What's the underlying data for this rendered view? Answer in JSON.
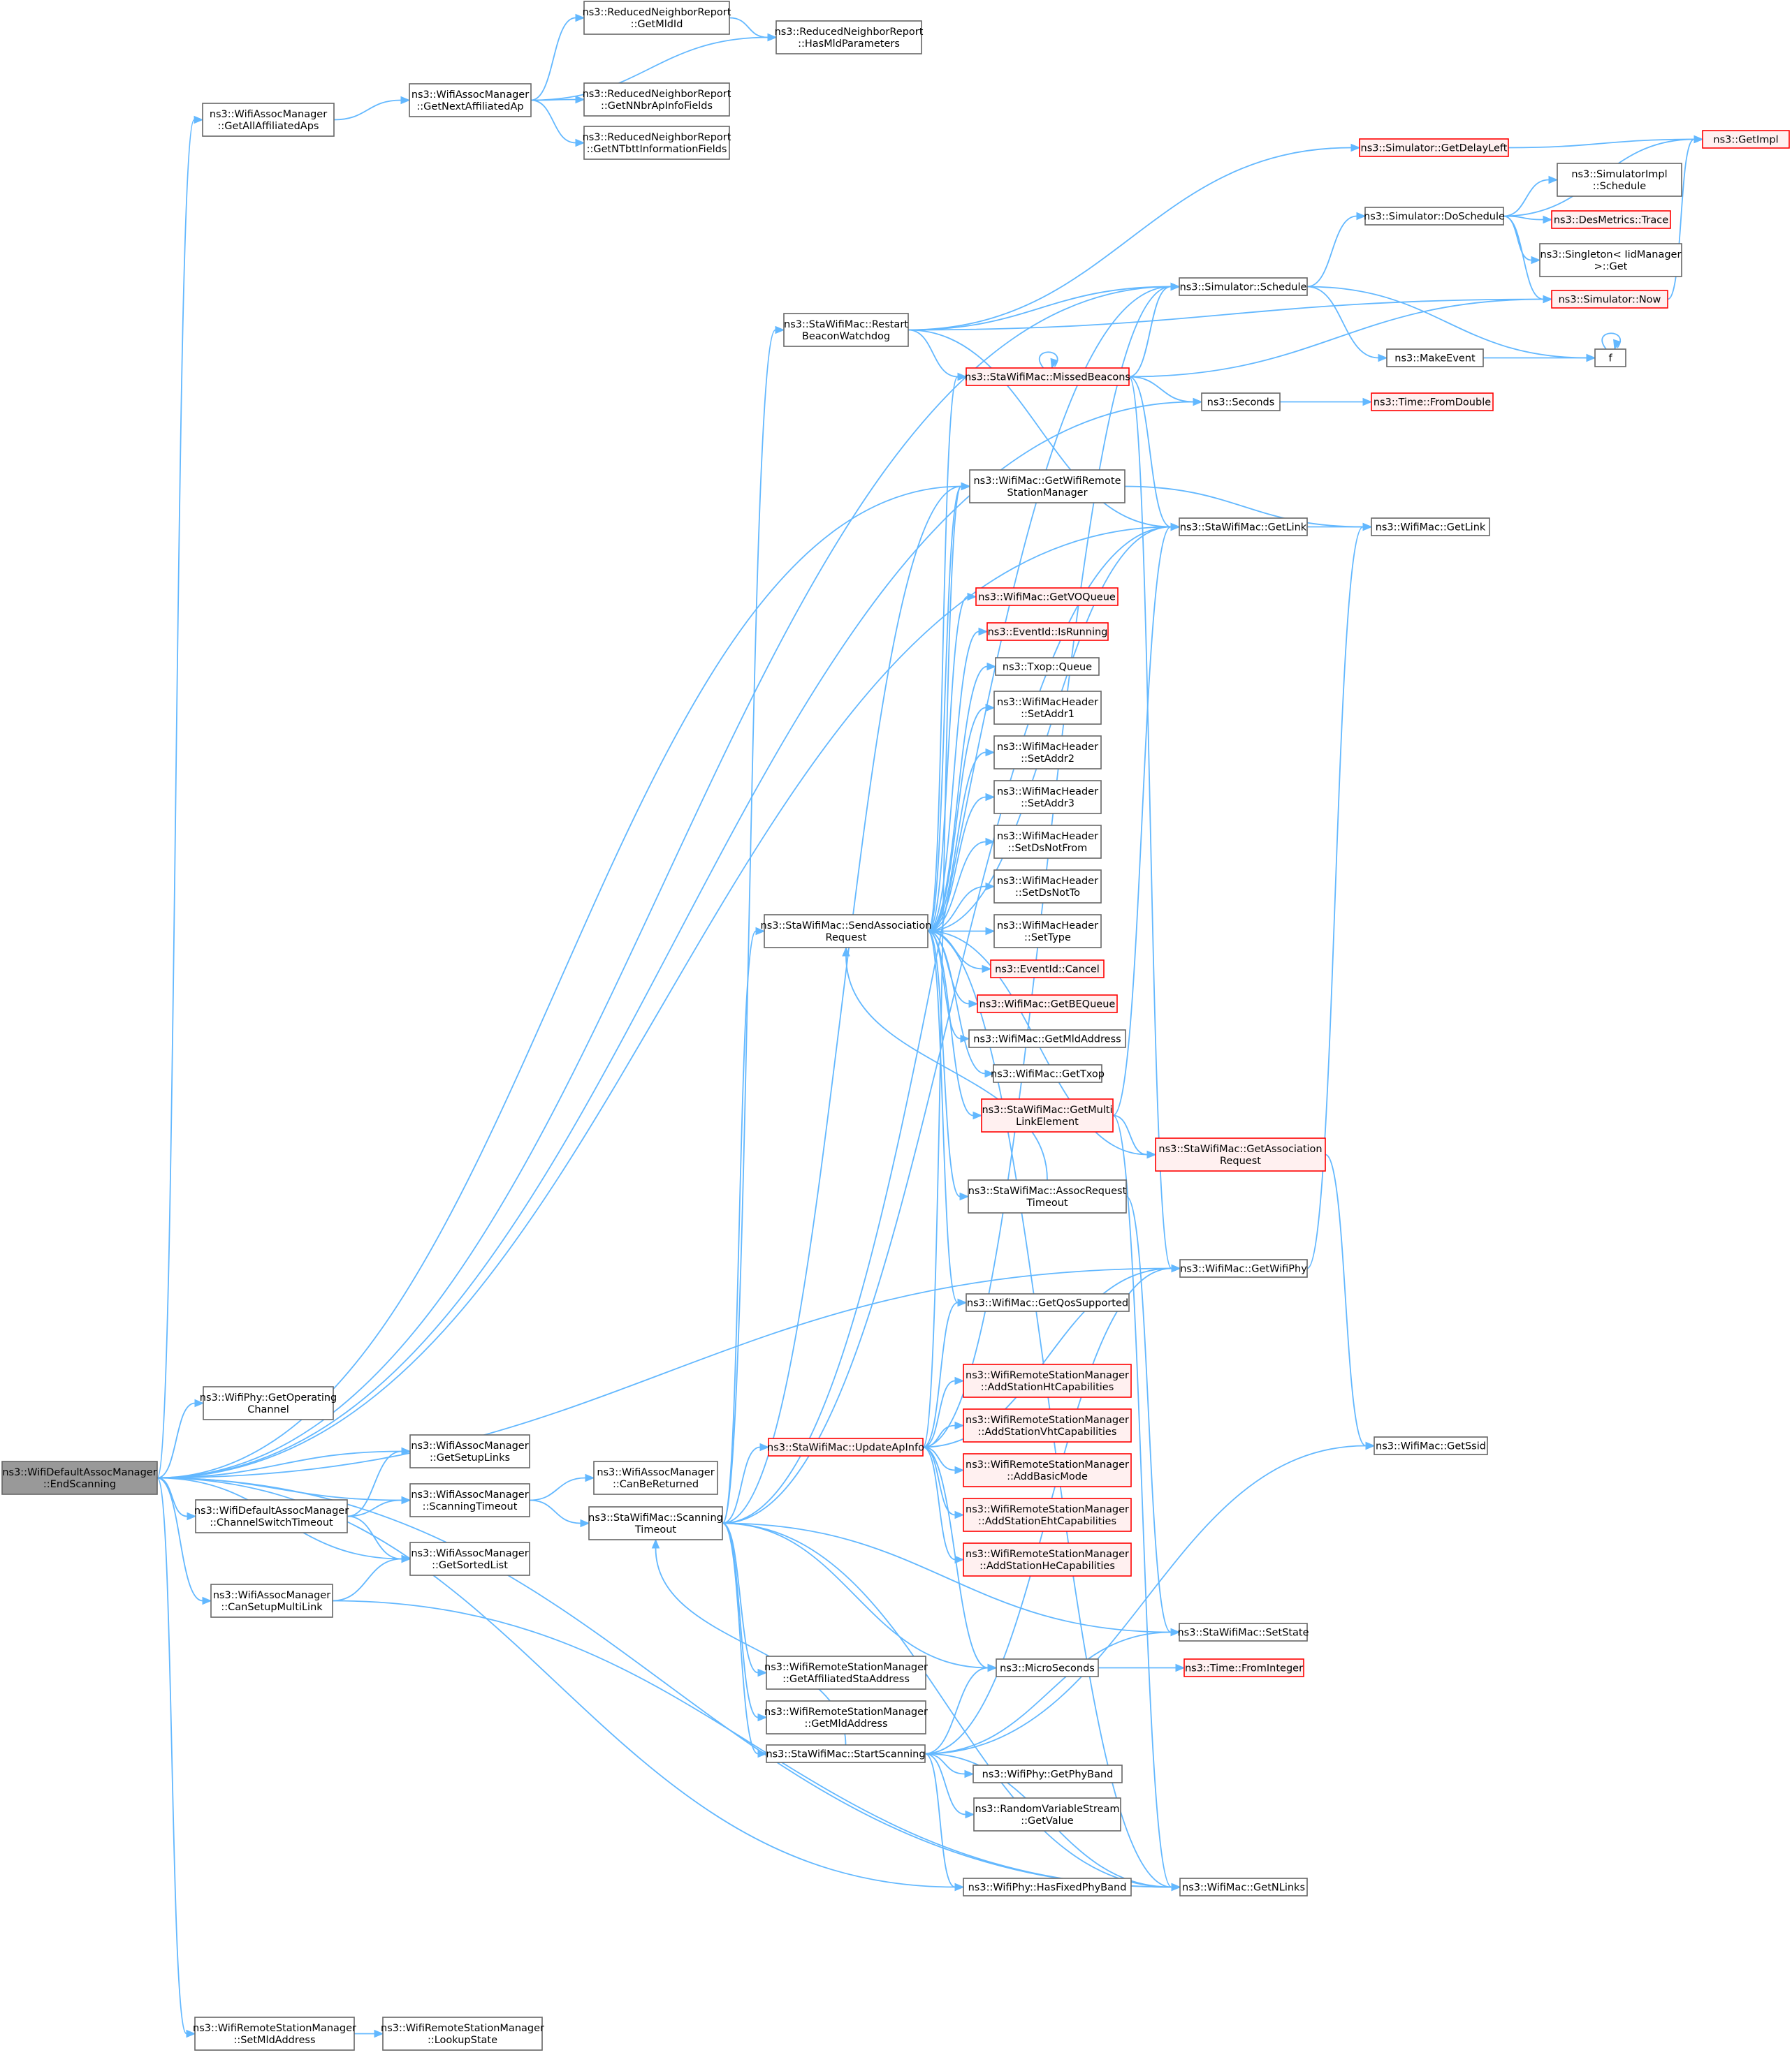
{
  "diagram": {
    "type": "call-graph",
    "colors": {
      "edge": "#63b8ff",
      "root_fill": "#999999",
      "node_border": "#666666",
      "red_border": "#ff0000",
      "red_fill": "#fff0f0"
    },
    "nodes": [
      {
        "id": "root",
        "lines": [
          "ns3::WifiDefaultAssocManager",
          "::EndScanning"
        ],
        "style": "root"
      },
      {
        "id": "getAllAff",
        "lines": [
          "ns3::WifiAssocManager",
          "::GetAllAffiliatedAps"
        ]
      },
      {
        "id": "getNextAff",
        "lines": [
          "ns3::WifiAssocManager",
          "::GetNextAffiliatedAp"
        ]
      },
      {
        "id": "getMldId",
        "lines": [
          "ns3::ReducedNeighborReport",
          "::GetMldId"
        ]
      },
      {
        "id": "hasMld",
        "lines": [
          "ns3::ReducedNeighborReport",
          "::HasMldParameters"
        ]
      },
      {
        "id": "getNNbr",
        "lines": [
          "ns3::ReducedNeighborReport",
          "::GetNNbrApInfoFields"
        ]
      },
      {
        "id": "getNTbtt",
        "lines": [
          "ns3::ReducedNeighborReport",
          "::GetNTbttInformationFields"
        ]
      },
      {
        "id": "getDelayLeft",
        "lines": [
          "ns3::Simulator::GetDelayLeft"
        ],
        "style": "red"
      },
      {
        "id": "getImpl",
        "lines": [
          "ns3::GetImpl"
        ],
        "style": "red"
      },
      {
        "id": "simImplSched",
        "lines": [
          "ns3::SimulatorImpl",
          "::Schedule"
        ]
      },
      {
        "id": "doSchedule",
        "lines": [
          "ns3::Simulator::DoSchedule"
        ]
      },
      {
        "id": "desTrace",
        "lines": [
          "ns3::DesMetrics::Trace"
        ],
        "style": "red"
      },
      {
        "id": "singletonGet",
        "lines": [
          "ns3::Singleton< IidManager",
          ">::Get"
        ]
      },
      {
        "id": "schedule",
        "lines": [
          "ns3::Simulator::Schedule"
        ]
      },
      {
        "id": "now",
        "lines": [
          "ns3::Simulator::Now"
        ],
        "style": "red"
      },
      {
        "id": "restartBeacon",
        "lines": [
          "ns3::StaWifiMac::Restart",
          "BeaconWatchdog"
        ]
      },
      {
        "id": "makeEvent",
        "lines": [
          "ns3::MakeEvent"
        ]
      },
      {
        "id": "f",
        "lines": [
          "f"
        ]
      },
      {
        "id": "missedBeacons",
        "lines": [
          "ns3::StaWifiMac::MissedBeacons"
        ],
        "style": "red"
      },
      {
        "id": "seconds",
        "lines": [
          "ns3::Seconds"
        ]
      },
      {
        "id": "fromDouble",
        "lines": [
          "ns3::Time::FromDouble"
        ],
        "style": "red"
      },
      {
        "id": "getRemoteMgr",
        "lines": [
          "ns3::WifiMac::GetWifiRemote",
          "StationManager"
        ]
      },
      {
        "id": "staGetLink",
        "lines": [
          "ns3::StaWifiMac::GetLink"
        ]
      },
      {
        "id": "macGetLink",
        "lines": [
          "ns3::WifiMac::GetLink"
        ]
      },
      {
        "id": "getVOQueue",
        "lines": [
          "ns3::WifiMac::GetVOQueue"
        ],
        "style": "red"
      },
      {
        "id": "isRunning",
        "lines": [
          "ns3::EventId::IsRunning"
        ],
        "style": "red"
      },
      {
        "id": "txopQueue",
        "lines": [
          "ns3::Txop::Queue"
        ]
      },
      {
        "id": "setAddr1",
        "lines": [
          "ns3::WifiMacHeader",
          "::SetAddr1"
        ]
      },
      {
        "id": "setAddr2",
        "lines": [
          "ns3::WifiMacHeader",
          "::SetAddr2"
        ]
      },
      {
        "id": "setAddr3",
        "lines": [
          "ns3::WifiMacHeader",
          "::SetAddr3"
        ]
      },
      {
        "id": "setDsNotFrom",
        "lines": [
          "ns3::WifiMacHeader",
          "::SetDsNotFrom"
        ]
      },
      {
        "id": "setDsNotTo",
        "lines": [
          "ns3::WifiMacHeader",
          "::SetDsNotTo"
        ]
      },
      {
        "id": "setType",
        "lines": [
          "ns3::WifiMacHeader",
          "::SetType"
        ]
      },
      {
        "id": "sendAssoc",
        "lines": [
          "ns3::StaWifiMac::SendAssociation",
          "Request"
        ]
      },
      {
        "id": "evCancel",
        "lines": [
          "ns3::EventId::Cancel"
        ],
        "style": "red"
      },
      {
        "id": "getBEQueue",
        "lines": [
          "ns3::WifiMac::GetBEQueue"
        ],
        "style": "red"
      },
      {
        "id": "getMldAddr",
        "lines": [
          "ns3::WifiMac::GetMldAddress"
        ]
      },
      {
        "id": "getTxop",
        "lines": [
          "ns3::WifiMac::GetTxop"
        ]
      },
      {
        "id": "getMultiLink",
        "lines": [
          "ns3::StaWifiMac::GetMulti",
          "LinkElement"
        ],
        "style": "red"
      },
      {
        "id": "getAssocReq",
        "lines": [
          "ns3::StaWifiMac::GetAssociation",
          "Request"
        ],
        "style": "red"
      },
      {
        "id": "assocTimeout",
        "lines": [
          "ns3::StaWifiMac::AssocRequest",
          "Timeout"
        ]
      },
      {
        "id": "getWifiPhy",
        "lines": [
          "ns3::WifiMac::GetWifiPhy"
        ]
      },
      {
        "id": "getQos",
        "lines": [
          "ns3::WifiMac::GetQosSupported"
        ]
      },
      {
        "id": "getOpChannel",
        "lines": [
          "ns3::WifiPhy::GetOperating",
          "Channel"
        ]
      },
      {
        "id": "addHt",
        "lines": [
          "ns3::WifiRemoteStationManager",
          "::AddStationHtCapabilities"
        ],
        "style": "red"
      },
      {
        "id": "addVht",
        "lines": [
          "ns3::WifiRemoteStationManager",
          "::AddStationVhtCapabilities"
        ],
        "style": "red"
      },
      {
        "id": "getSetupLinks",
        "lines": [
          "ns3::WifiAssocManager",
          "::GetSetupLinks"
        ]
      },
      {
        "id": "updateApInfo",
        "lines": [
          "ns3::StaWifiMac::UpdateApInfo"
        ],
        "style": "red"
      },
      {
        "id": "getSsid",
        "lines": [
          "ns3::WifiMac::GetSsid"
        ]
      },
      {
        "id": "addBasicMode",
        "lines": [
          "ns3::WifiRemoteStationManager",
          "::AddBasicMode"
        ],
        "style": "red"
      },
      {
        "id": "canBeReturned",
        "lines": [
          "ns3::WifiAssocManager",
          "::CanBeReturned"
        ]
      },
      {
        "id": "scanTimeoutMgr",
        "lines": [
          "ns3::WifiAssocManager",
          "::ScanningTimeout"
        ]
      },
      {
        "id": "chanSwitch",
        "lines": [
          "ns3::WifiDefaultAssocManager",
          "::ChannelSwitchTimeout"
        ]
      },
      {
        "id": "addEht",
        "lines": [
          "ns3::WifiRemoteStationManager",
          "::AddStationEhtCapabilities"
        ],
        "style": "red"
      },
      {
        "id": "staScanTimeout",
        "lines": [
          "ns3::StaWifiMac::Scanning",
          "Timeout"
        ]
      },
      {
        "id": "getSortedList",
        "lines": [
          "ns3::WifiAssocManager",
          "::GetSortedList"
        ]
      },
      {
        "id": "addHe",
        "lines": [
          "ns3::WifiRemoteStationManager",
          "::AddStationHeCapabilities"
        ],
        "style": "red"
      },
      {
        "id": "canSetupML",
        "lines": [
          "ns3::WifiAssocManager",
          "::CanSetupMultiLink"
        ]
      },
      {
        "id": "setState",
        "lines": [
          "ns3::StaWifiMac::SetState"
        ]
      },
      {
        "id": "getAffSta",
        "lines": [
          "ns3::WifiRemoteStationManager",
          "::GetAffiliatedStaAddress"
        ]
      },
      {
        "id": "microSeconds",
        "lines": [
          "ns3::MicroSeconds"
        ]
      },
      {
        "id": "fromInteger",
        "lines": [
          "ns3::Time::FromInteger"
        ],
        "style": "red"
      },
      {
        "id": "rsmGetMldAddr",
        "lines": [
          "ns3::WifiRemoteStationManager",
          "::GetMldAddress"
        ]
      },
      {
        "id": "startScanning",
        "lines": [
          "ns3::StaWifiMac::StartScanning"
        ]
      },
      {
        "id": "getPhyBand",
        "lines": [
          "ns3::WifiPhy::GetPhyBand"
        ]
      },
      {
        "id": "rvsGetValue",
        "lines": [
          "ns3::RandomVariableStream",
          "::GetValue"
        ]
      },
      {
        "id": "hasFixedBand",
        "lines": [
          "ns3::WifiPhy::HasFixedPhyBand"
        ]
      },
      {
        "id": "getNLinks",
        "lines": [
          "ns3::WifiMac::GetNLinks"
        ]
      },
      {
        "id": "setMldAddr",
        "lines": [
          "ns3::WifiRemoteStationManager",
          "::SetMldAddress"
        ]
      },
      {
        "id": "lookupState",
        "lines": [
          "ns3::WifiRemoteStationManager",
          "::LookupState"
        ]
      }
    ]
  }
}
